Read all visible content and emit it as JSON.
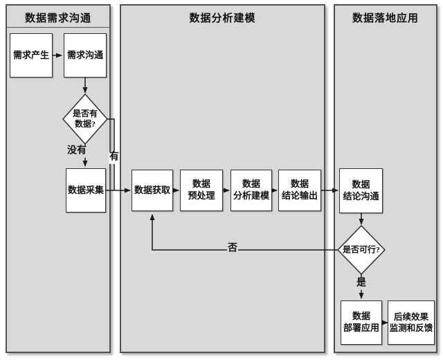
{
  "diagram_type": "swimlane-flowchart",
  "lanes": [
    {
      "title": "数据需求沟通"
    },
    {
      "title": "数据分析建模"
    },
    {
      "title": "数据落地应用"
    }
  ],
  "nodes": {
    "req_gen": {
      "label": "需求产生"
    },
    "req_comm": {
      "label": "需求沟通"
    },
    "has_data_decision": {
      "label": "是否有\n数据?"
    },
    "data_collect": {
      "label": "数据采集"
    },
    "data_acquire": {
      "label": "数据获取"
    },
    "data_preprocess": {
      "label": "数据\n预处理"
    },
    "data_modeling": {
      "label": "数据\n分析建模"
    },
    "conclusion_output": {
      "label": "数据\n结论输出"
    },
    "conclusion_comm": {
      "label": "数据\n结论沟通"
    },
    "feasible_decision": {
      "label": "是否可行?"
    },
    "deploy": {
      "label": "数据\n部署应用"
    },
    "followup": {
      "label": "后续效果\n监测和反馈"
    }
  },
  "edge_labels": {
    "no_data": "没有",
    "has_data": "有",
    "not_feasible": "否",
    "feasible": "是"
  },
  "colors": {
    "canvas_bg": "#ffffff",
    "lane_bg": "#d9d9d9",
    "lane_border": "#4f4f4f",
    "node_bg": "#ffffff",
    "node_border": "#2f2f2f",
    "line": "#1a1a1a",
    "text": "#111111"
  }
}
